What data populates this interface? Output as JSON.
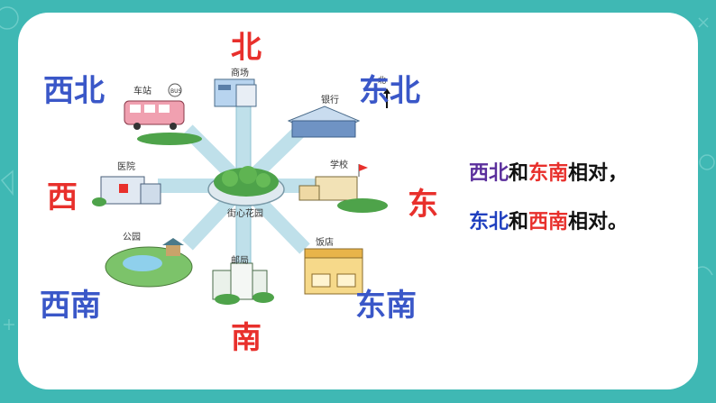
{
  "directions": {
    "north": "北",
    "south": "南",
    "east": "东",
    "west": "西",
    "northeast": "东北",
    "northwest": "西北",
    "southeast": "东南",
    "southwest": "西南"
  },
  "places": {
    "mall": "商场",
    "bank": "银行",
    "school": "学校",
    "restaurant": "饭店",
    "post_office": "邮局",
    "park": "公园",
    "hospital": "医院",
    "bus_stop": "车站",
    "bus_sign": "BUS",
    "center": "街心花园",
    "small_north": "北"
  },
  "sentences": [
    {
      "p1": "西北",
      "p2": "和",
      "p3": "东南",
      "p4": "相对，"
    },
    {
      "p1": "东北",
      "p2": "和",
      "p3": "西南",
      "p4": "相对。"
    }
  ],
  "colors": {
    "background": "#3fb8b4",
    "red": "#e8302c",
    "blue": "#3a57c8",
    "purple": "#5b2f9c"
  }
}
